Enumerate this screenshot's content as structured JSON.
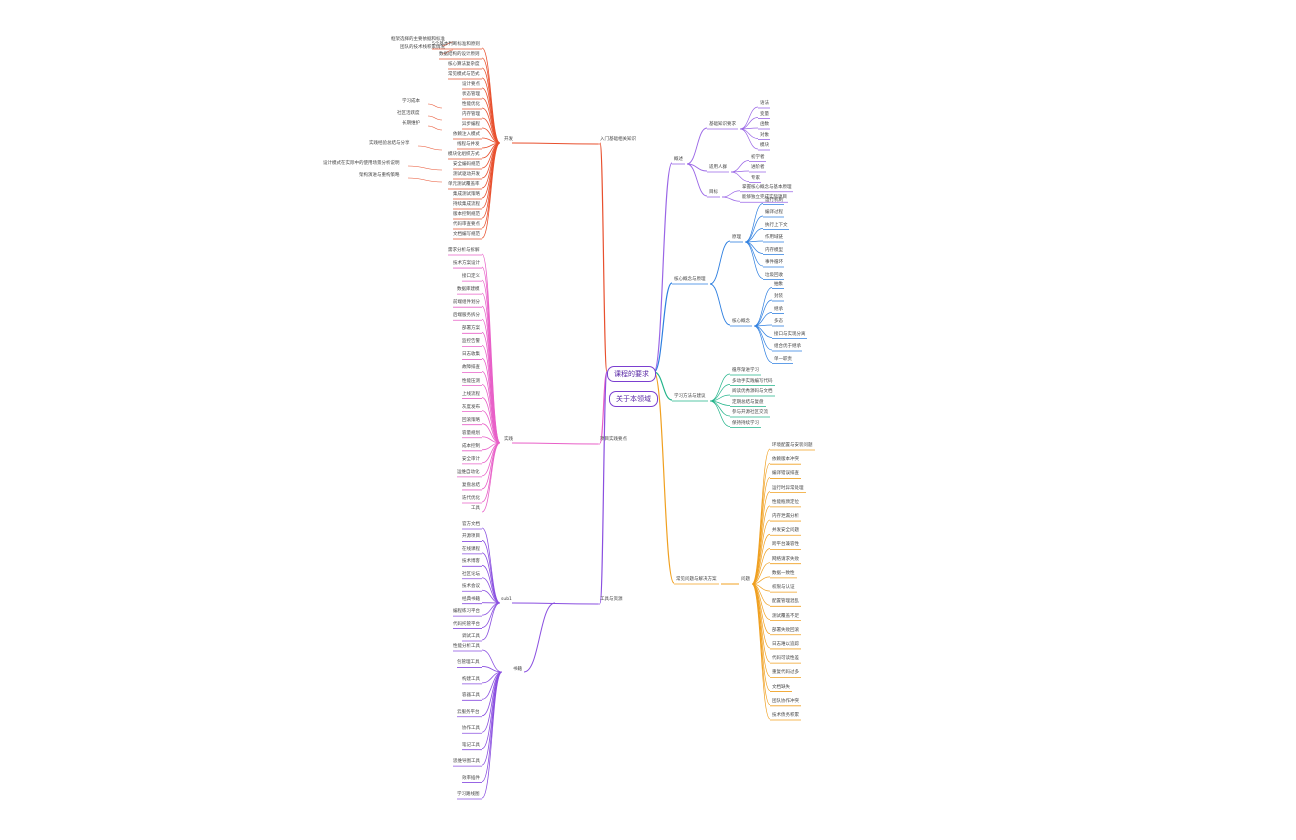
{
  "root": {
    "title": "课程的要求",
    "subtitle": "关于本领域"
  },
  "colors": {
    "red": "#e8502e",
    "pink": "#e860c8",
    "purple": "#8a4fe0",
    "violet": "#9a66e6",
    "blue": "#2e7fe0",
    "teal": "#22b48a",
    "orange": "#f0a020"
  },
  "branches": {
    "b_top_left": {
      "label": "入门基础相关知识",
      "sub": "开发",
      "items": [
        "5个基本判断标准和原则",
        "数据结构的设计原则",
        "核心算法复杂度",
        "常见模式与范式",
        "设计要点",
        "状态管理",
        "性能优化",
        "内存管理",
        "异步编程",
        "依赖注入模式",
        "线程与并发",
        "模块化组织方式",
        "安全编码规范",
        "测试驱动开发",
        "单元测试覆盖率",
        "集成测试策略",
        "持续集成流程",
        "版本控制规范",
        "代码审查要点",
        "文档编写规范"
      ],
      "left_notes": [
        "框架选择的主要依据和标准",
        "团队的技术栈积累情况",
        "学习成本",
        "社区活跃度",
        "长期维护",
        "实践经验总结与分享",
        "设计模式在实际中的使用场景分析说明",
        "架构演进与重构策略"
      ]
    },
    "b_mid_left": {
      "label": "项目实践要点",
      "sub": "实践",
      "items": [
        "需求分析与拆解",
        "技术方案设计",
        "接口定义",
        "数据库建模",
        "前端组件划分",
        "后端服务拆分",
        "部署方案",
        "监控告警",
        "日志收集",
        "故障排查",
        "性能压测",
        "上线流程",
        "灰度发布",
        "回滚策略",
        "容量规划",
        "成本控制",
        "安全审计",
        "运维自动化",
        "复盘总结",
        "迭代优化"
      ],
      "extra": "工具"
    },
    "b_bottom_left": {
      "label": "工具与资源",
      "sub1": "资源",
      "sub2": "书籍",
      "items": [
        "官方文档",
        "开源项目",
        "在线课程",
        "技术博客",
        "社区论坛",
        "技术会议",
        "经典书籍",
        "编程练习平台",
        "代码托管平台",
        "调试工具",
        "性能分析工具",
        "包管理工具",
        "构建工具",
        "容器工具",
        "云服务平台",
        "协作工具",
        "笔记工具",
        "思维导图工具",
        "效率插件",
        "学习路线图"
      ]
    },
    "b_top_right": {
      "label": "概述",
      "groups": [
        {
          "name": "基础知识要求",
          "items": [
            "语法",
            "变量",
            "函数",
            "对象",
            "模块"
          ]
        },
        {
          "name": "适用人群",
          "items": [
            "初学者",
            "进阶者",
            "专家"
          ]
        },
        {
          "name": "目标",
          "items": [
            "掌握核心概念与基本原理",
            "能够独立完成实际项目"
          ]
        }
      ]
    },
    "b_mid_right_blue": {
      "label": "核心概念与原理",
      "groups": [
        {
          "name": "原理",
          "items": [
            "运行机制",
            "编译过程",
            "执行上下文",
            "作用域链",
            "内存模型",
            "事件循环",
            "垃圾回收"
          ]
        },
        {
          "name": "核心概念",
          "items": [
            "抽象",
            "封装",
            "继承",
            "多态",
            "接口与实现分离",
            "组合优于继承",
            "单一职责"
          ]
        }
      ]
    },
    "b_mid_right_teal": {
      "label": "学习方法与建议",
      "items": [
        "循序渐进学习",
        "多动手实践编写代码",
        "阅读优秀源码与文档",
        "定期总结与复盘",
        "参与开源社区交流",
        "保持持续学习"
      ]
    },
    "b_bottom_right": {
      "label": "常见问题与解决方案",
      "sub": "问题",
      "items": [
        "环境配置与安装问题",
        "依赖版本冲突",
        "编译错误排查",
        "运行时异常处理",
        "性能瓶颈定位",
        "内存泄漏分析",
        "并发安全问题",
        "跨平台兼容性",
        "网络请求失败",
        "数据一致性",
        "权限与认证",
        "配置管理混乱",
        "测试覆盖不足",
        "部署失败回滚",
        "日志难以追踪",
        "代码可读性差",
        "重复代码过多",
        "文档缺失",
        "团队协作冲突",
        "技术债务积累"
      ]
    }
  }
}
